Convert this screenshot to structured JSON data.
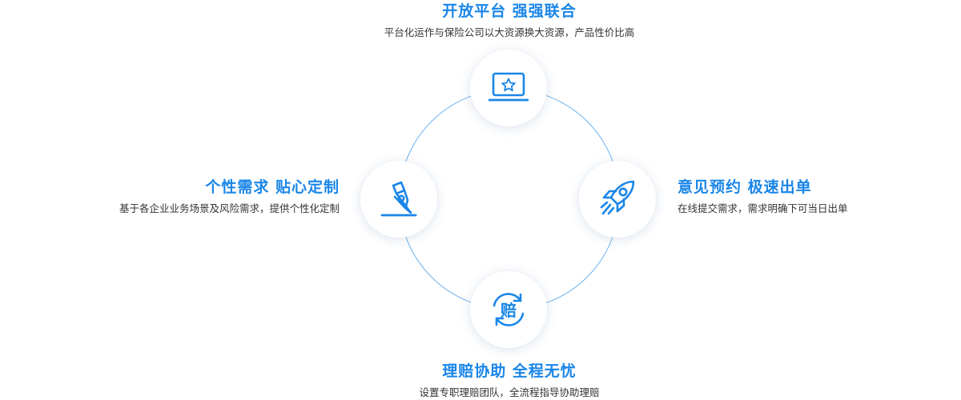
{
  "features": {
    "top": {
      "title": "开放平台 强强联合",
      "desc": "平台化运作与保险公司以大资源换大资源，产品性价比高",
      "icon": "laptop-star-icon"
    },
    "left": {
      "title": "个性需求 贴心定制",
      "desc": "基于各企业业务场景及风险需求，提供个性化定制",
      "icon": "pen-nib-icon"
    },
    "right": {
      "title": "意见预约 极速出单",
      "desc": "在线提交需求，需求明确下可当日出单",
      "icon": "rocket-icon"
    },
    "bottom": {
      "title": "理赔协助 全程无忧",
      "desc": "设置专职理赔团队，全流程指导协助理赔",
      "icon": "claim-cycle-icon",
      "icon_text": "赔"
    }
  },
  "colors": {
    "accent": "#1a86e8",
    "ring": "#6fb3ef",
    "text": "#333333"
  }
}
